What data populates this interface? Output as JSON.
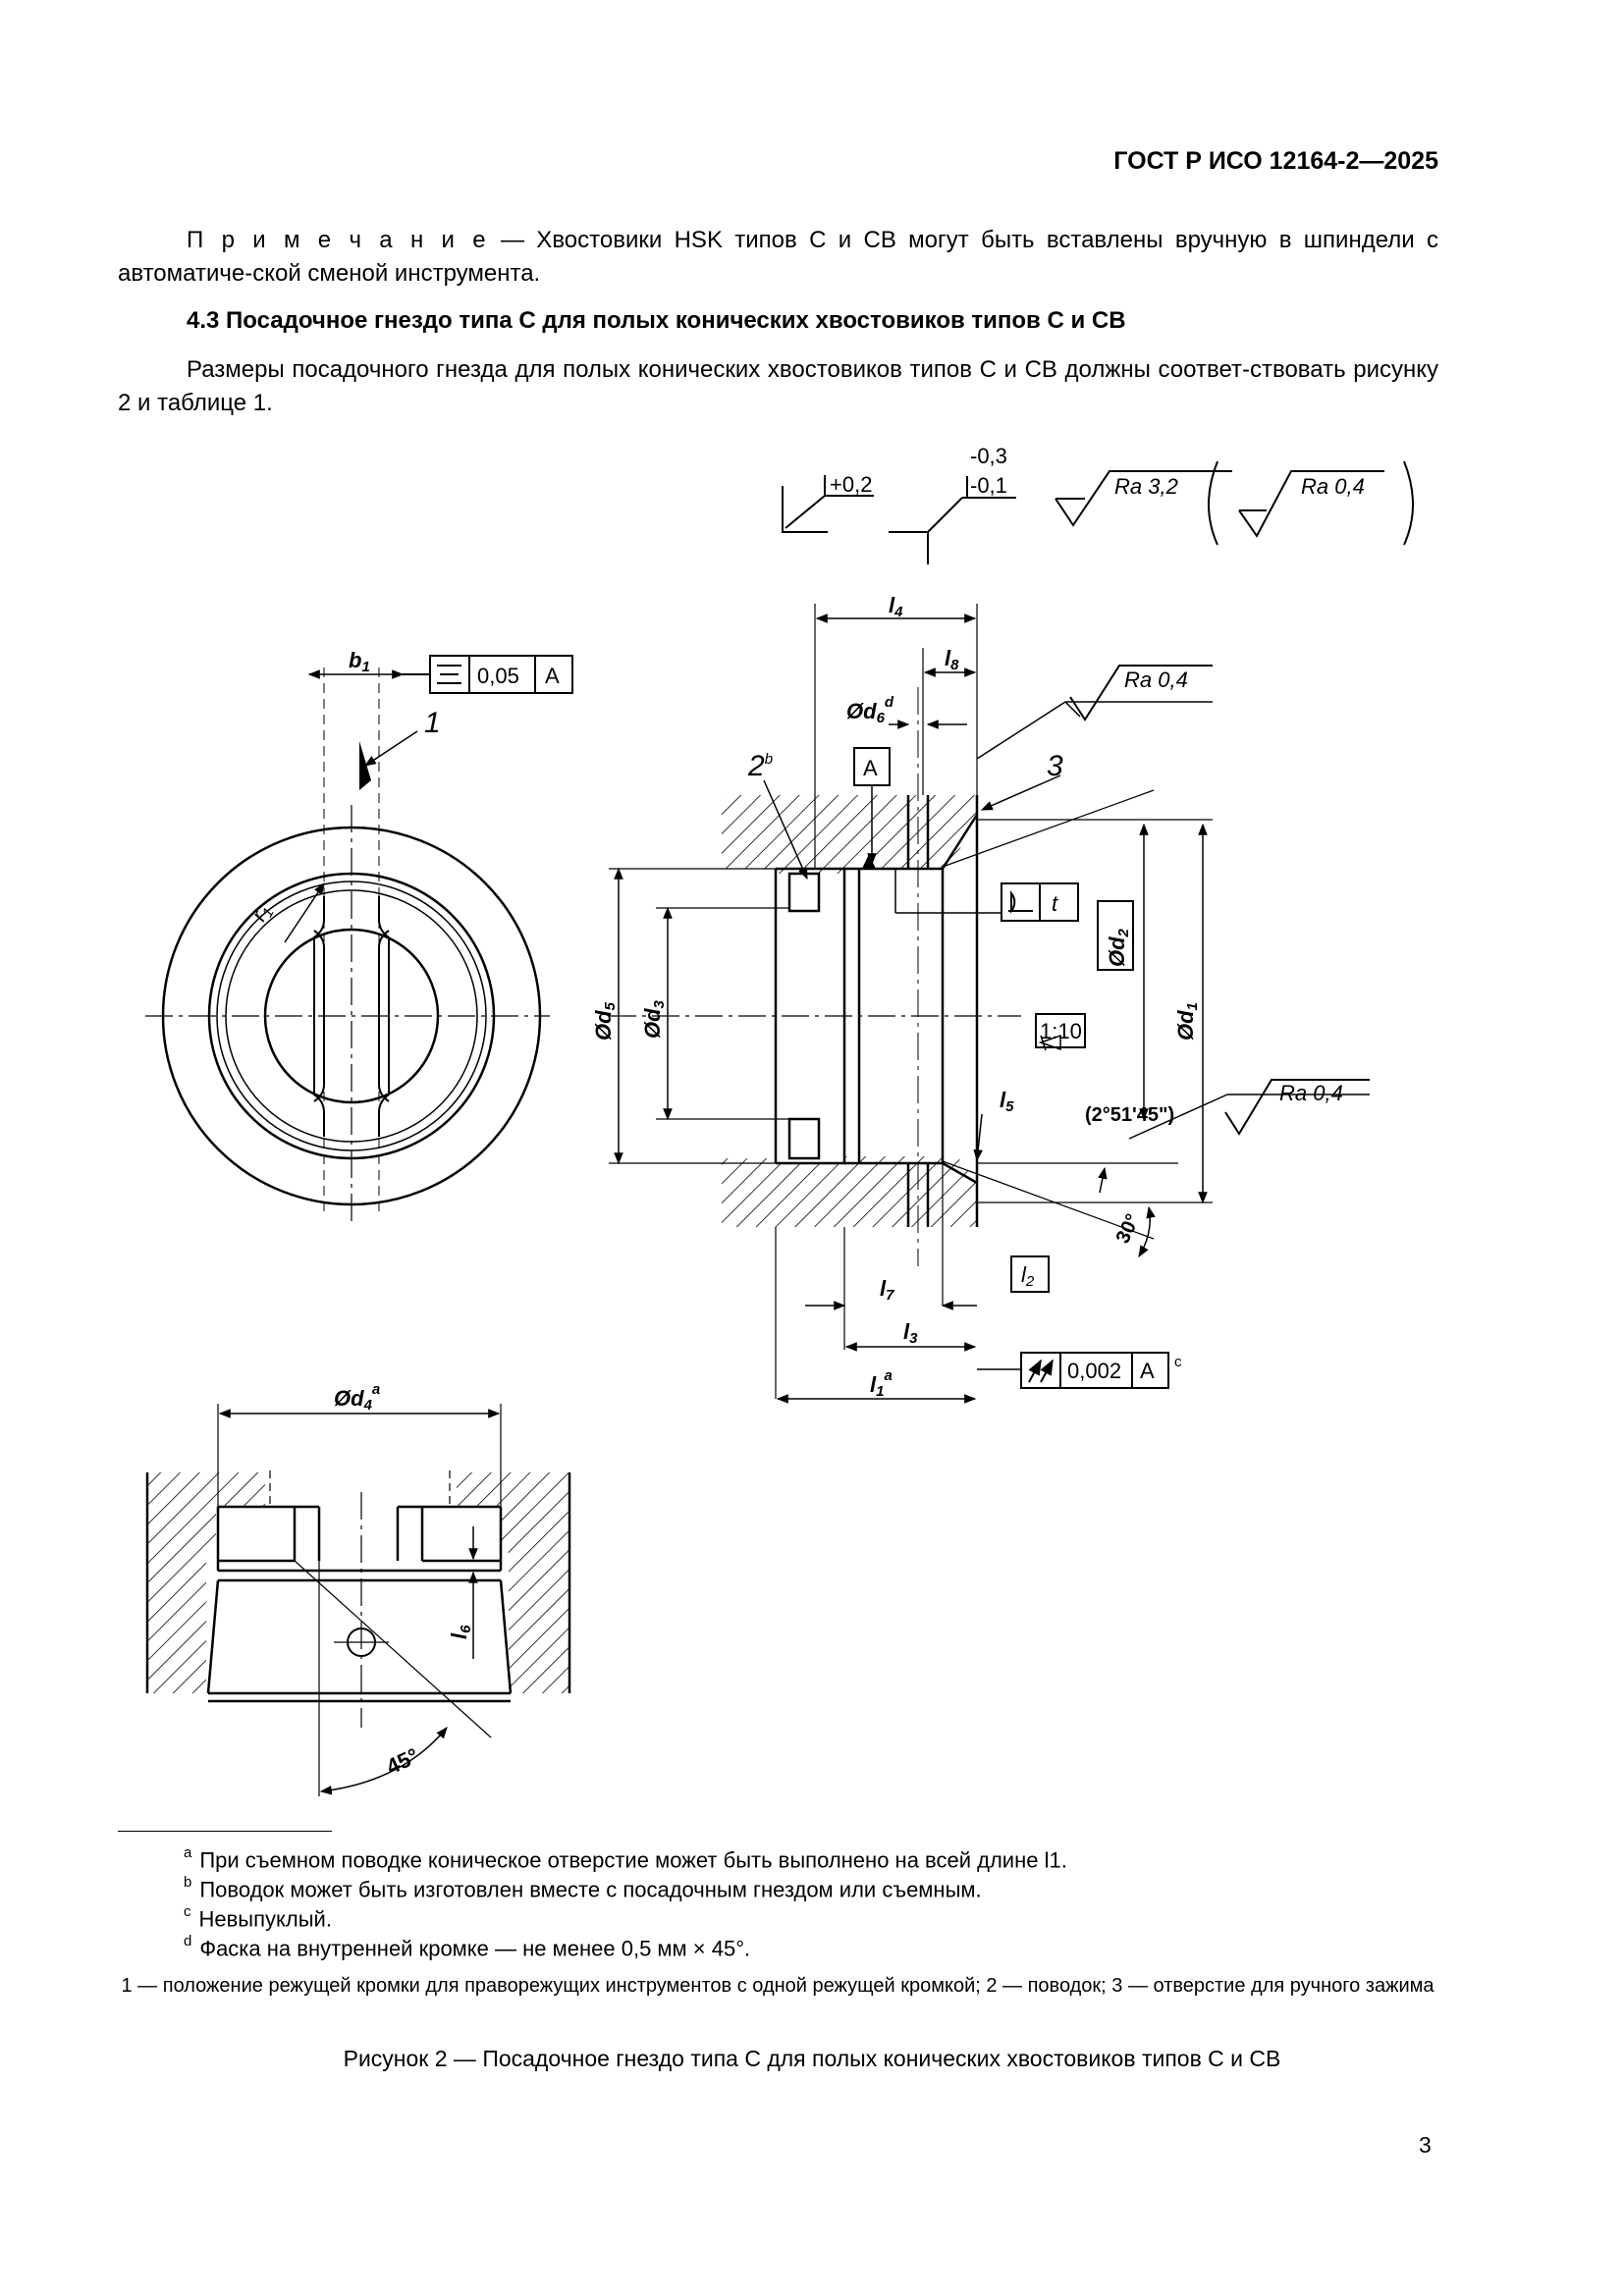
{
  "header": {
    "doc_id": "ГОСТ Р ИСО 12164-2—2025"
  },
  "note": {
    "prefix": "П р и м е ч а н и е",
    "text": " — Хвостовики HSK типов C и CB могут быть вставлены вручную в шпиндели с автоматиче-ской сменой инструмента."
  },
  "section": {
    "title": "4.3 Посадочное гнездо типа C для полых конических хвостовиков типов C и CB",
    "paragraph": "Размеры посадочного гнезда для полых конических хвостовиков типов C и CB должны соответ-ствовать рисунку 2 и таблице 1."
  },
  "drawing": {
    "tol_top": "+0,2",
    "tol_mid_upper": "-0,3",
    "tol_mid_lower": "-0,1",
    "ra_32": "Ra 3,2",
    "ra_04": "Ra 0,4",
    "b1": "b",
    "b1_sub": "1",
    "sym_tol": "0,05",
    "datum_a": "A",
    "callout_1": "1",
    "callout_2": "2",
    "callout_2_sup": "b",
    "callout_3": "3",
    "r1": "r",
    "r1_sub": "1",
    "d5": "Ød",
    "d5_sub": "5",
    "d3": "Ød",
    "d3_sub": "3",
    "d2": "Ød",
    "d2_sub": "2",
    "d1": "Ød",
    "d1_sub": "1",
    "d6": "Ød",
    "d6_sub": "6",
    "d6_sup": "d",
    "d4": "Ød",
    "d4_sub": "4",
    "d4_sup": "a",
    "l4": "l",
    "l4_sub": "4",
    "l8": "l",
    "l8_sub": "8",
    "l5": "l",
    "l5_sub": "5",
    "l7": "l",
    "l7_sub": "7",
    "l3": "l",
    "l3_sub": "3",
    "l2": "l",
    "l2_sub": "2",
    "l1": "l",
    "l1_sub": "1",
    "l1_sup": "a",
    "l6": "l",
    "l6_sub": "6",
    "t": "t",
    "taper": "1:10",
    "angle_taper": "(2°51'45\")",
    "angle_30": "30°",
    "angle_45": "45°",
    "runout_tol": "0,002",
    "runout_sup": "c"
  },
  "footnotes": [
    {
      "mark": "a",
      "text": "При съемном поводке коническое отверстие может быть выполнено на всей длине l1."
    },
    {
      "mark": "b",
      "text": "Поводок может быть изготовлен вместе с посадочным гнездом или съемным."
    },
    {
      "mark": "c",
      "text": "Невыпуклый."
    },
    {
      "mark": "d",
      "text": "Фаска на внутренней кромке — не менее 0,5 мм × 45°."
    }
  ],
  "legend": "1 — положение режущей кромки для праворежущих инструментов с одной режущей кромкой; 2 — поводок; 3 — отверстие для ручного зажима",
  "caption": "Рисунок 2 — Посадочное гнездо типа C для полых конических хвостовиков типов C и CB",
  "page_number": "3"
}
